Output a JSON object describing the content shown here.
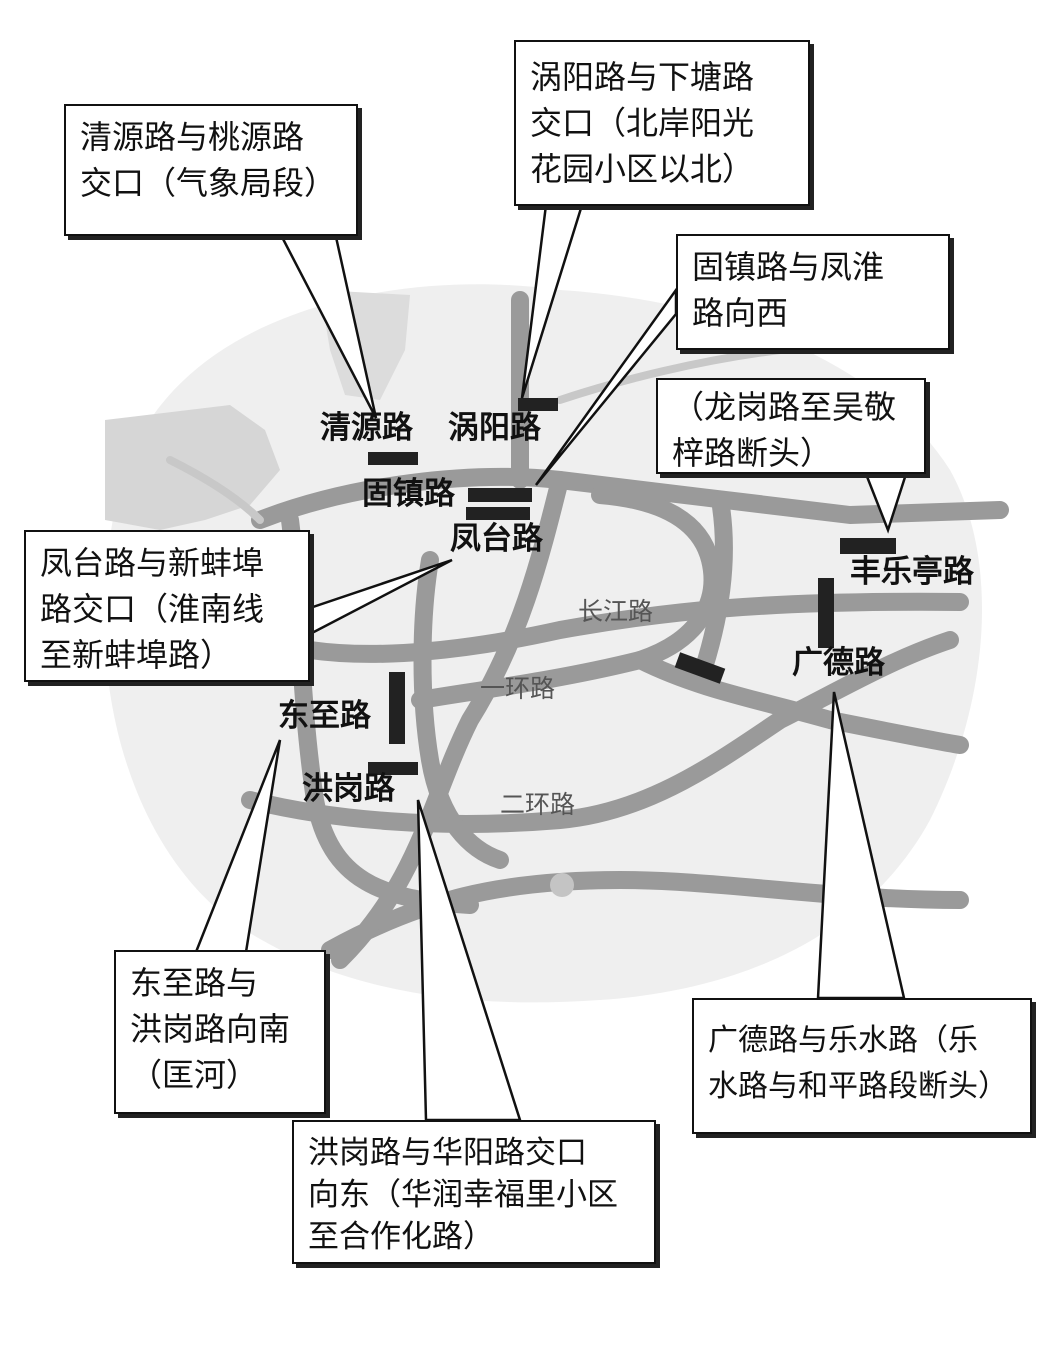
{
  "map": {
    "roads": [
      {
        "id": "qingyuan",
        "name": "清源路"
      },
      {
        "id": "woyang",
        "name": "涡阳路"
      },
      {
        "id": "guzhen",
        "name": "固镇路"
      },
      {
        "id": "fengtai",
        "name": "凤台路"
      },
      {
        "id": "fenglezhen",
        "name": "丰乐亭路"
      },
      {
        "id": "guangde",
        "name": "广德路"
      },
      {
        "id": "dongzhi",
        "name": "东至路"
      },
      {
        "id": "honggang",
        "name": "洪岗路"
      }
    ],
    "ring_roads": {
      "changjiang": "长江路",
      "ring1": "一环路",
      "ring2": "二环路"
    },
    "callouts": {
      "qingyuan": [
        "清源路与桃源路",
        "交口（气象局段）"
      ],
      "woyang": [
        "涡阳路与下塘路",
        "交口（北岸阳光",
        "花园小区以北）"
      ],
      "guzhen": [
        "固镇路与凤淮",
        "路向西"
      ],
      "longgang": [
        "（龙岗路至吴敬",
        "梓路断头）"
      ],
      "fengtai": [
        "凤台路与新蚌埠",
        "路交口（淮南线",
        "至新蚌埠路）"
      ],
      "dongzhi": [
        "东至路与",
        "洪岗路向南",
        "（匡河）"
      ],
      "honggang": [
        "洪岗路与华阳路交口",
        "向东（华润幸福里小区",
        "至合作化路）"
      ],
      "guangde": [
        "广德路与乐水路（乐",
        "水路与和平路段断头）"
      ]
    }
  }
}
